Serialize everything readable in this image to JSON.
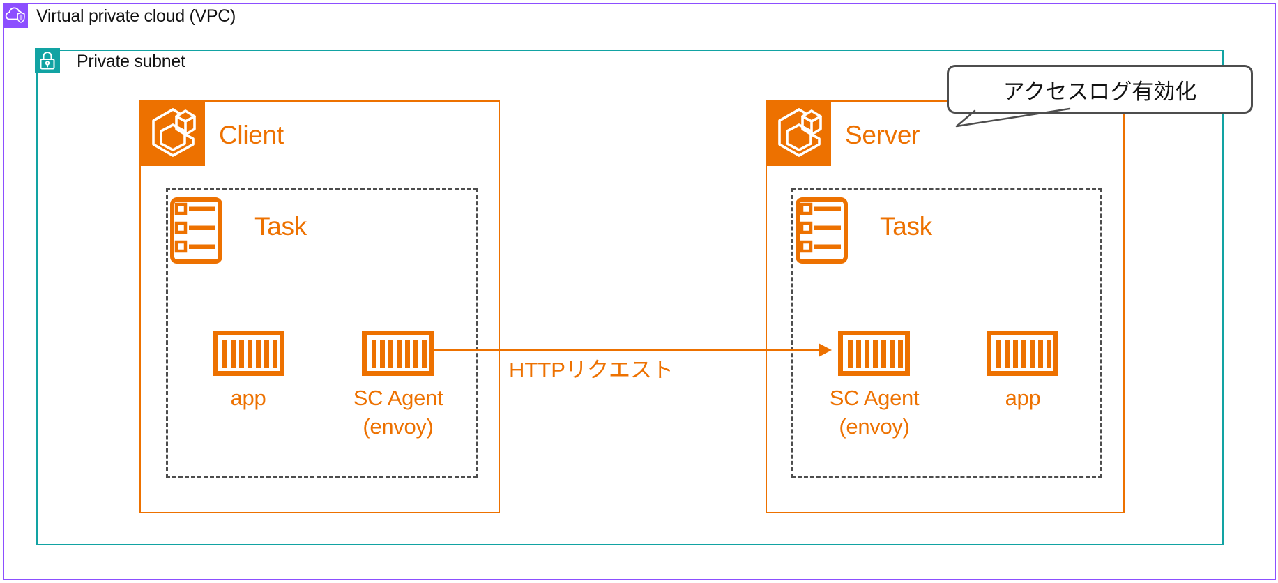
{
  "colors": {
    "vpc_purple": "#8C4FFF",
    "subnet_teal": "#12A3A3",
    "ecs_orange": "#ED7100",
    "dashed_gray": "#4d4d4d"
  },
  "vpc": {
    "title": "Virtual private cloud (VPC)"
  },
  "subnet": {
    "title": "Private subnet"
  },
  "client": {
    "title": "Client",
    "task": {
      "title": "Task",
      "containers": [
        {
          "label": "app",
          "sublabel": ""
        },
        {
          "label": "SC Agent",
          "sublabel": "(envoy)"
        }
      ]
    }
  },
  "server": {
    "title": "Server",
    "task": {
      "title": "Task",
      "containers": [
        {
          "label": "SC Agent",
          "sublabel": "(envoy)"
        },
        {
          "label": "app",
          "sublabel": ""
        }
      ]
    }
  },
  "arrow": {
    "label": "HTTPリクエスト"
  },
  "callout": {
    "label": "アクセスログ有効化"
  }
}
